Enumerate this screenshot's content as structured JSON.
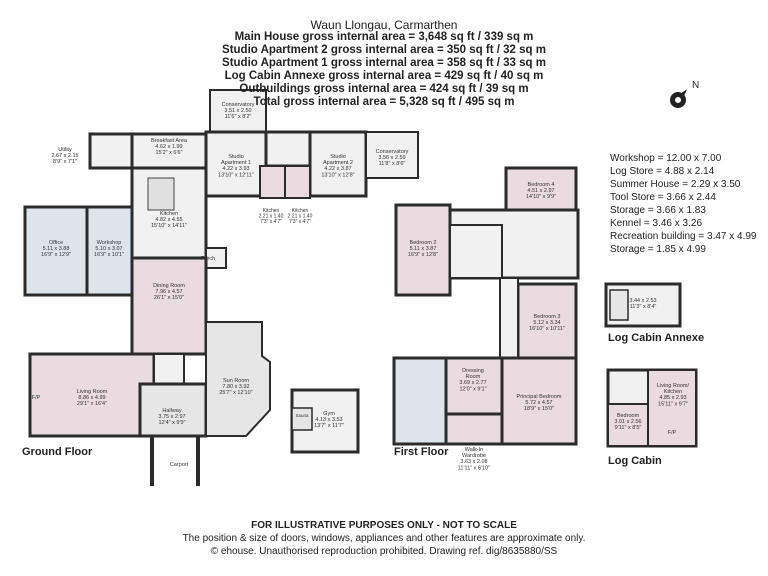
{
  "header": {
    "title": "Waun Llongau, Carmarthen",
    "areas": [
      "Main House gross internal area = 3,648 sq ft / 339 sq m",
      "Studio Apartment 2 gross internal area = 350 sq ft / 32 sq m",
      "Studio Apartment 1 gross internal area = 358 sq ft / 33 sq m",
      "Log Cabin Annexe gross internal area = 429 sq ft / 40 sq m",
      "Outbuildings gross internal area = 424 sq ft / 39 sq m",
      "Total gross internal area = 5,328 sq ft / 495 sq m"
    ]
  },
  "outbuildings": [
    "Workshop = 12.00 x 7.00",
    "Log Store = 4.88 x 2.14",
    "Summer House = 2.29 x 3.50",
    "Tool Store = 3.66 x 2.44",
    "Storage = 3.66 x 1.83",
    "Kennel = 3.46 x 3.26",
    "Recreation building = 3.47 x 4.99",
    "Storage = 1.85 x 4.99"
  ],
  "floor_labels": {
    "ground": "Ground Floor",
    "first": "First Floor",
    "annexe": "Log Cabin Annexe",
    "cabin": "Log Cabin"
  },
  "rooms": {
    "utility": [
      "Utility",
      "2.67 x 2.15",
      "8'9\" x 7'1\""
    ],
    "breakfast": [
      "Breakfast Area",
      "4.62 x 1.99",
      "15'2\" x 6'6\""
    ],
    "kitchen_main": [
      "Kitchen",
      "4.82 x 4.55",
      "15'10\" x 14'11\""
    ],
    "office": [
      "Office",
      "5.11 x 3.88",
      "16'9\" x 12'9\""
    ],
    "workshop": [
      "Workshop",
      "5.10 x 3.07",
      "16'9\" x 10'1\""
    ],
    "conservatory1": [
      "Conservatory",
      "3.51 x 2.50",
      "11'6\" x 8'2\""
    ],
    "studio1": [
      "Studio",
      "Apartment 1",
      "4.22 x 3.93",
      "13'10\" x 12'11\""
    ],
    "studio2": [
      "Studio",
      "Apartment 2",
      "4.22 x 3.87",
      "13'10\" x 12'8\""
    ],
    "conservatory2": [
      "Conservatory",
      "3.56 x 2.59",
      "11'8\" x 8'6\""
    ],
    "kitchen_s1": [
      "Kitchen",
      "2.21 x 1.40",
      "7'3\" x 4'7\""
    ],
    "kitchen_s2": [
      "Kitchen",
      "2.21 x 1.40",
      "7'3\" x 4'7\""
    ],
    "porch": [
      "Porch"
    ],
    "dining": [
      "Dining Room",
      "7.96 x 4.57",
      "26'1\" x 15'0\""
    ],
    "living": [
      "Living Room",
      "8.86 x 4.99",
      "29'1\" x 16'4\""
    ],
    "fp_ground": [
      "F/P"
    ],
    "hallway": [
      "Hallway",
      "3.75 x 2.97",
      "12'4\" x 9'9\""
    ],
    "sunroom": [
      "Sun Room",
      "7.80 x 3.92",
      "25'7\" x 12'10\""
    ],
    "carport": [
      "Carport"
    ],
    "gym": [
      "Gym",
      "4.13 x 3.53",
      "13'7\" x 11'7\""
    ],
    "sauna": [
      "Sauna"
    ],
    "bedroom4": [
      "Bedroom 4",
      "4.51 x 2.97",
      "14'10\" x 9'9\""
    ],
    "bedroom2": [
      "Bedroom 2",
      "5.11 x 3.87",
      "16'9\" x 12'8\""
    ],
    "bedroom3": [
      "Bedroom 3",
      "5.12 x 3.34",
      "16'10\" x 10'11\""
    ],
    "dressing": [
      "Dressing",
      "Room",
      "3.69 x 2.77",
      "12'0\" x 9'1\""
    ],
    "principal": [
      "Principal Bedroom",
      "5.72 x 4.57",
      "18'9\" x 15'0\""
    ],
    "wardrobe": [
      "Walk-In",
      "Wardrobe",
      "3.63 x 2.08",
      "11'11\" x 6'10\""
    ],
    "annexe_room": [
      "3.44 x 2.53",
      "11'3\" x 8'4\""
    ],
    "cabin_living": [
      "Living Room/",
      "Kitchen",
      "4.85 x 2.93",
      "15'11\" x 9'7\""
    ],
    "cabin_bedroom": [
      "Bedroom",
      "3.01 x 2.56",
      "9'11\" x 8'5\""
    ],
    "fp_cabin": [
      "F/P"
    ]
  },
  "footer": {
    "line1": "FOR ILLUSTRATIVE PURPOSES ONLY - NOT TO SCALE",
    "line2": "The position & size of doors, windows, appliances and other features are approximate only.",
    "line3": "© ehouse. Unauthorised reproduction prohibited. Drawing ref. dig/8635880/SS"
  },
  "compass": {
    "label": "N"
  },
  "colors": {
    "wall": "#2b2b2b",
    "floor_white": "#f4f4f4",
    "floor_blue": "#dde4ec",
    "floor_pink": "#e9dbe0",
    "floor_grey": "#e6e6e6"
  }
}
